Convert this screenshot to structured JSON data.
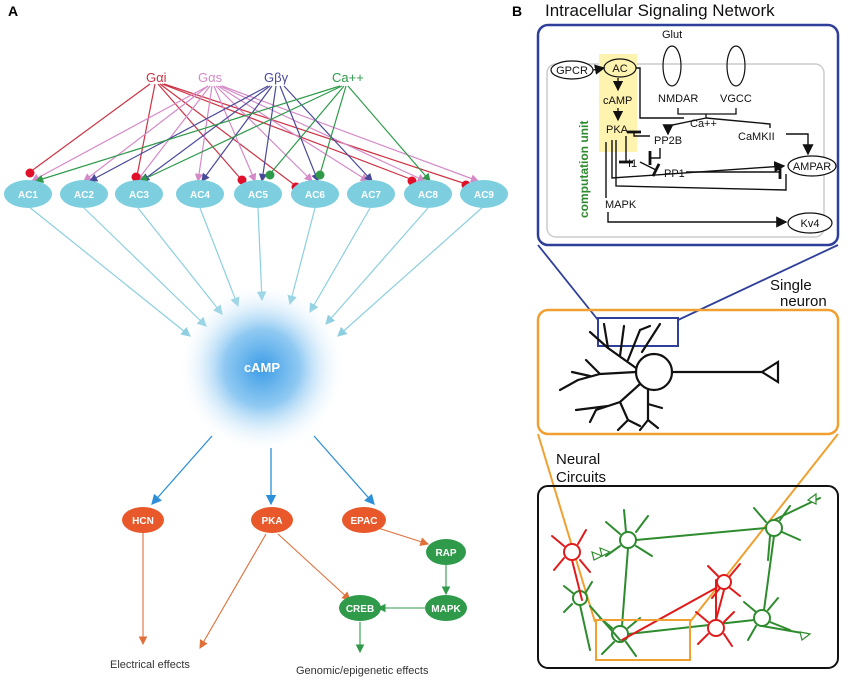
{
  "panel_a": {
    "letter": "A",
    "sources": [
      {
        "label": "Gαi",
        "color": "#cc3344"
      },
      {
        "label": "Gαs",
        "color": "#d48ac8"
      },
      {
        "label": "Gβγ",
        "color": "#4a4a9a"
      },
      {
        "label": "Ca++",
        "color": "#2e9a4a"
      }
    ],
    "adenylyl_cyclases": [
      "AC1",
      "AC2",
      "AC3",
      "AC4",
      "AC5",
      "AC6",
      "AC7",
      "AC8",
      "AC9"
    ],
    "hub": "cAMP",
    "effectors": [
      "HCN",
      "PKA",
      "EPAC"
    ],
    "downstream": [
      "RAP",
      "MAPK",
      "CREB"
    ],
    "effects": [
      "Electrical effects",
      "Genomic/epigenetic effects"
    ],
    "colors": {
      "ac": "#7dcfdf",
      "effector": "#e8582a",
      "downstream": "#2e9a4a",
      "camp": "#4aa8e8"
    }
  },
  "panel_b": {
    "letter": "B",
    "title": "Intracellular Signaling Network",
    "network_labels": {
      "gpcr": "GPCR",
      "ac": "AC",
      "camp": "cAMP",
      "pka": "PKA",
      "glut": "Glut",
      "nmdar": "NMDAR",
      "vgcc": "VGCC",
      "ca": "Ca++",
      "pp2b": "PP2B",
      "camkii": "CaMKII",
      "i1": "I1",
      "pp1": "PP1",
      "ampar": "AMPAR",
      "mapk": "MAPK",
      "kv4": "Kv4"
    },
    "computation_unit": "computation unit",
    "single_neuron": [
      "Single",
      "neuron"
    ],
    "neural_circuits": [
      "Neural",
      "Circuits"
    ],
    "colors": {
      "blue_box": "#2e3f9a",
      "orange_box": "#f0a030",
      "highlight": "#fff3b0",
      "green": "#2e8b2e",
      "red": "#e01b1b"
    }
  }
}
